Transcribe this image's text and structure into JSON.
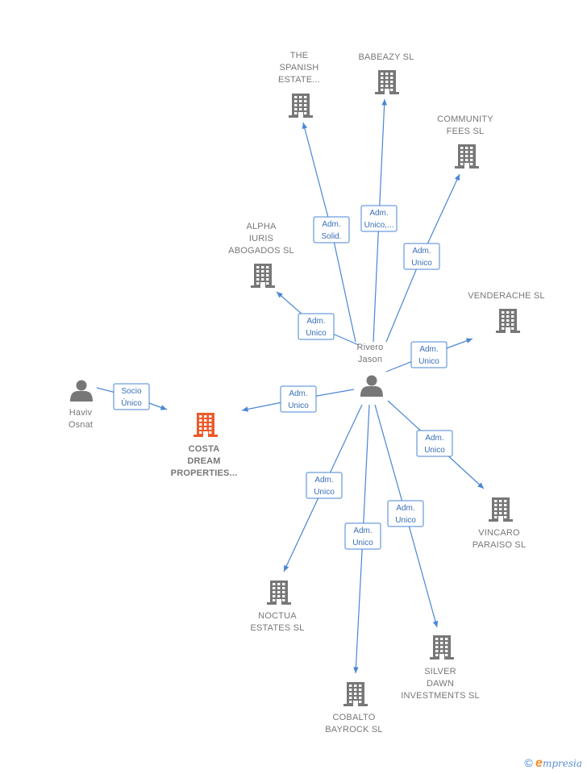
{
  "colors": {
    "edge": "#4a86d4",
    "building": "#777777",
    "highlight": "#ee5a2a",
    "person": "#777777"
  },
  "footer": {
    "copyright": "©",
    "brand_e": "e",
    "brand_rest": "mpresia"
  },
  "nodes": [
    {
      "id": "rivero",
      "type": "person",
      "lines": [
        "Rivero",
        "Jason"
      ]
    },
    {
      "id": "haviv",
      "type": "person",
      "lines": [
        "Haviv",
        "Osnat"
      ]
    },
    {
      "id": "costa",
      "type": "company",
      "highlight": true,
      "lines": [
        "COSTA",
        "DREAM",
        "PROPERTIES..."
      ]
    },
    {
      "id": "spanish",
      "type": "company",
      "lines": [
        "THE",
        "SPANISH",
        "ESTATE..."
      ]
    },
    {
      "id": "babeazy",
      "type": "company",
      "lines": [
        "BABEAZY  SL"
      ]
    },
    {
      "id": "community",
      "type": "company",
      "lines": [
        "COMMUNITY",
        "FEES SL"
      ]
    },
    {
      "id": "alpha",
      "type": "company",
      "lines": [
        "ALPHA",
        "IURIS",
        "ABOGADOS SL"
      ]
    },
    {
      "id": "venderache",
      "type": "company",
      "lines": [
        "VENDERACHE SL"
      ]
    },
    {
      "id": "vincaro",
      "type": "company",
      "lines": [
        "VINCARO",
        "PARAISO  SL"
      ]
    },
    {
      "id": "noctua",
      "type": "company",
      "lines": [
        "NOCTUA",
        "ESTATES  SL"
      ]
    },
    {
      "id": "silver",
      "type": "company",
      "lines": [
        "SILVER",
        "DAWN",
        "INVESTMENTS SL"
      ]
    },
    {
      "id": "cobalto",
      "type": "company",
      "lines": [
        "COBALTO",
        "BAYROCK  SL"
      ]
    }
  ],
  "edges": [
    {
      "from": "rivero",
      "to": "spanish",
      "label": [
        "Adm.",
        "Solid."
      ]
    },
    {
      "from": "rivero",
      "to": "babeazy",
      "label": [
        "Adm.",
        "Unico,..."
      ]
    },
    {
      "from": "rivero",
      "to": "community",
      "label": [
        "Adm.",
        "Unico"
      ]
    },
    {
      "from": "rivero",
      "to": "alpha",
      "label": [
        "Adm.",
        "Unico"
      ]
    },
    {
      "from": "rivero",
      "to": "venderache",
      "label": [
        "Adm.",
        "Unico"
      ]
    },
    {
      "from": "rivero",
      "to": "costa",
      "label": [
        "Adm.",
        "Unico"
      ]
    },
    {
      "from": "haviv",
      "to": "costa",
      "label": [
        "Socio",
        "Único"
      ]
    },
    {
      "from": "rivero",
      "to": "vincaro",
      "label": [
        "Adm.",
        "Unico"
      ]
    },
    {
      "from": "rivero",
      "to": "noctua",
      "label": [
        "Adm.",
        "Unico"
      ]
    },
    {
      "from": "rivero",
      "to": "silver",
      "label": [
        "Adm.",
        "Unico"
      ]
    },
    {
      "from": "rivero",
      "to": "cobalto",
      "label": [
        "Adm.",
        "Unico"
      ]
    }
  ]
}
